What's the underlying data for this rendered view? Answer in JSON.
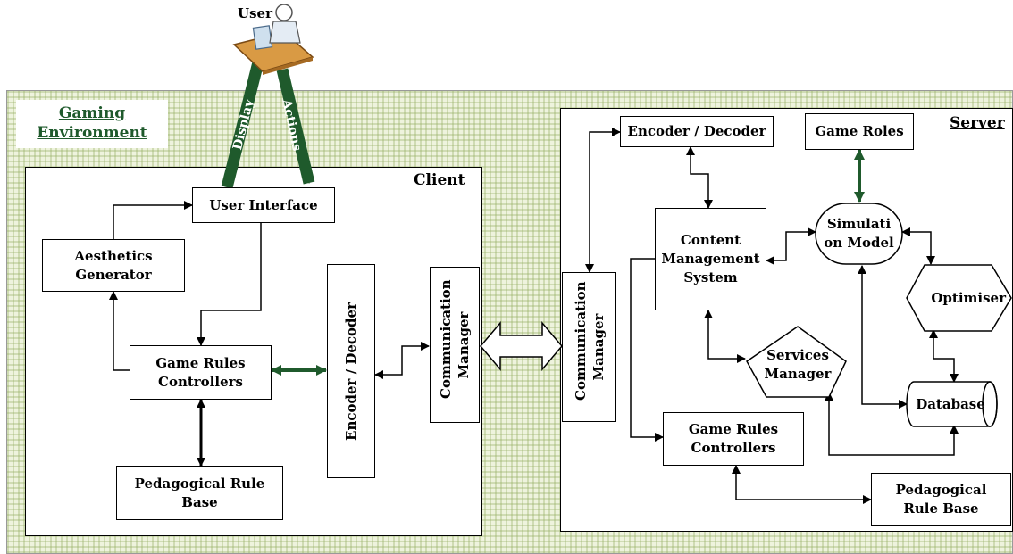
{
  "user": {
    "label": "User"
  },
  "environment": {
    "label": "Gaming Environment",
    "label_line1": "Gaming",
    "label_line2": "Environment"
  },
  "arrows": {
    "display": "Display",
    "actions": "Actions"
  },
  "client": {
    "title": "Client",
    "user_interface": "User Interface",
    "aesthetics_generator_line1": "Aesthetics",
    "aesthetics_generator_line2": "Generator",
    "game_rules_line1": "Game Rules",
    "game_rules_line2": "Controllers",
    "pedagogical_line1": "Pedagogical Rule",
    "pedagogical_line2": "Base",
    "encoder_decoder": "Encoder / Decoder",
    "comm_manager_line1": "Communication",
    "comm_manager_line2": "Manager"
  },
  "server": {
    "title": "Server",
    "comm_manager_line1": "Communication",
    "comm_manager_line2": "Manager",
    "encoder_decoder": "Encoder / Decoder",
    "game_roles": "Game Roles",
    "cms_line1": "Content",
    "cms_line2": "Management",
    "cms_line3": "System",
    "simulation_line1": "Simulati",
    "simulation_line2": "on Model",
    "optimiser": "Optimiser",
    "services_line1": "Services",
    "services_line2": "Manager",
    "database": "Database",
    "game_rules_line1": "Game Rules",
    "game_rules_line2": "Controllers",
    "pedagogical_line1": "Pedagogical",
    "pedagogical_line2": "Rule Base"
  },
  "colors": {
    "green_arrow": "#1f5a2c",
    "grid": "#eef3dd"
  }
}
